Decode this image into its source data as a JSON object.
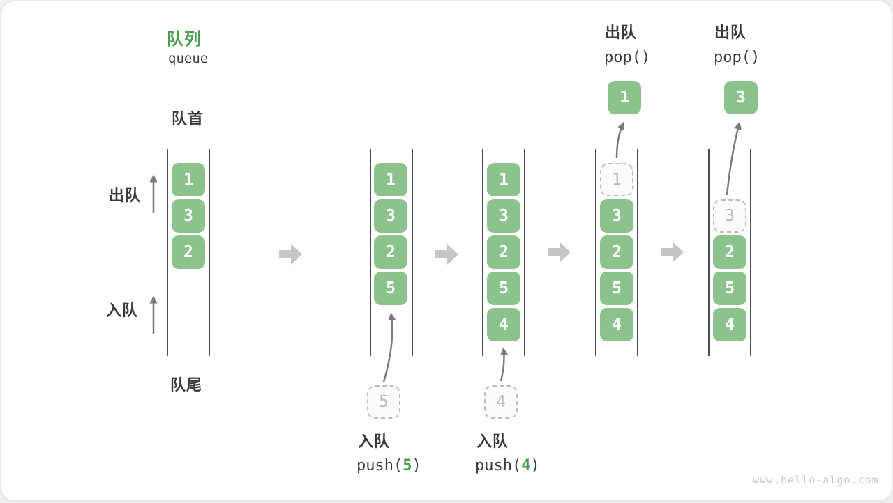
{
  "title": {
    "zh": "队列",
    "en": "queue"
  },
  "side_labels": {
    "front": "队首",
    "rear": "队尾",
    "dequeue": "出队",
    "enqueue": "入队"
  },
  "operations": {
    "push": [
      {
        "label": "入队",
        "fn": "push(",
        "arg": "5",
        "close": ")"
      },
      {
        "label": "入队",
        "fn": "push(",
        "arg": "4",
        "close": ")"
      }
    ],
    "pop": [
      {
        "label": "出队",
        "code": "pop()"
      },
      {
        "label": "出队",
        "code": "pop()"
      }
    ]
  },
  "states": [
    {
      "name": "initial",
      "items": [
        {
          "value": "1"
        },
        {
          "value": "3"
        },
        {
          "value": "2"
        }
      ]
    },
    {
      "name": "after-push-5",
      "items": [
        {
          "value": "1"
        },
        {
          "value": "3"
        },
        {
          "value": "2"
        },
        {
          "value": "5"
        }
      ],
      "incoming": {
        "value": "5"
      }
    },
    {
      "name": "after-push-4",
      "items": [
        {
          "value": "1"
        },
        {
          "value": "3"
        },
        {
          "value": "2"
        },
        {
          "value": "5"
        },
        {
          "value": "4"
        }
      ],
      "incoming": {
        "value": "4"
      }
    },
    {
      "name": "after-pop-1",
      "ghost": {
        "value": "1"
      },
      "items": [
        {
          "value": "3"
        },
        {
          "value": "2"
        },
        {
          "value": "5"
        },
        {
          "value": "4"
        }
      ],
      "popped": {
        "value": "1"
      }
    },
    {
      "name": "after-pop-3",
      "ghost": {
        "value": "3"
      },
      "items": [
        {
          "value": "2"
        },
        {
          "value": "5"
        },
        {
          "value": "4"
        }
      ],
      "popped": {
        "value": "3"
      }
    }
  ],
  "watermark": "www.hello-algo.com",
  "colors": {
    "accent_green": "#4a9d4f",
    "box_green": "#8cc28c",
    "text": "#3c3c3c",
    "muted_gray": "#b9b9b9",
    "block_arrow_gray": "#c6c6c6",
    "thin_arrow_gray": "#7a7a7a",
    "wall_line": "#4d4d4d",
    "watermark_gray": "#c9c9c9"
  }
}
